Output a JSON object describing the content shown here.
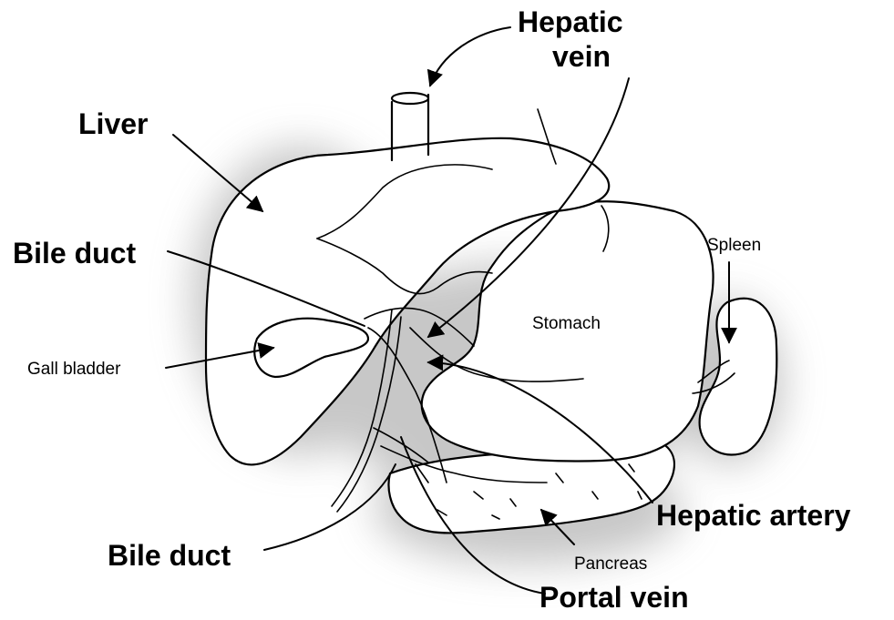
{
  "labels": {
    "hepatic_vein_line1": "Hepatic",
    "hepatic_vein_line2": "vein",
    "liver": "Liver",
    "bile_duct_upper": "Bile duct",
    "spleen": "Spleen",
    "stomach": "Stomach",
    "gall_bladder": "Gall bladder",
    "hepatic_artery": "Hepatic artery",
    "bile_duct_lower": "Bile duct",
    "pancreas": "Pancreas",
    "portal_vein": "Portal vein"
  },
  "colors": {
    "ink": "#000000",
    "organ_fill": "#ffffff",
    "shade": "#9a9a9a"
  }
}
